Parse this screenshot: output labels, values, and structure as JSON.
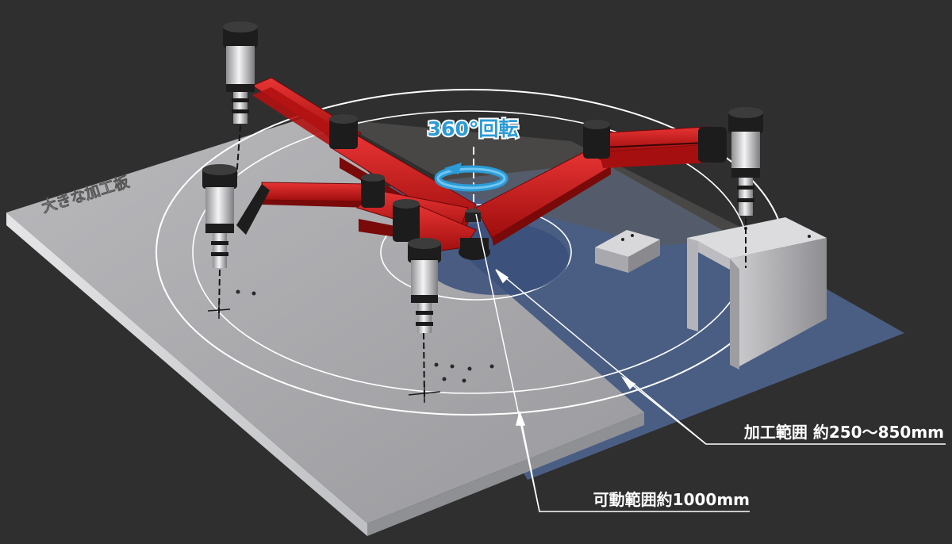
{
  "labels": {
    "rotation": "360°回転",
    "large_plate": "大きな加工板",
    "processing_range": "加工範囲 約250〜850mm",
    "movable_range": "可動範囲約1000mm"
  },
  "colors": {
    "background": "#2f2f30",
    "plate_light": "#c9c9cb",
    "plate_blue": "#4a5f86",
    "arm_red": "#d01818",
    "arm_dark": "#7a0a0a",
    "rotation_blue": "#2c9bd6",
    "ring_white": "#ffffff"
  },
  "icons": {
    "rotation_arrow": "circular-arrow-icon",
    "tapping_head": "tapping-head-icon"
  }
}
